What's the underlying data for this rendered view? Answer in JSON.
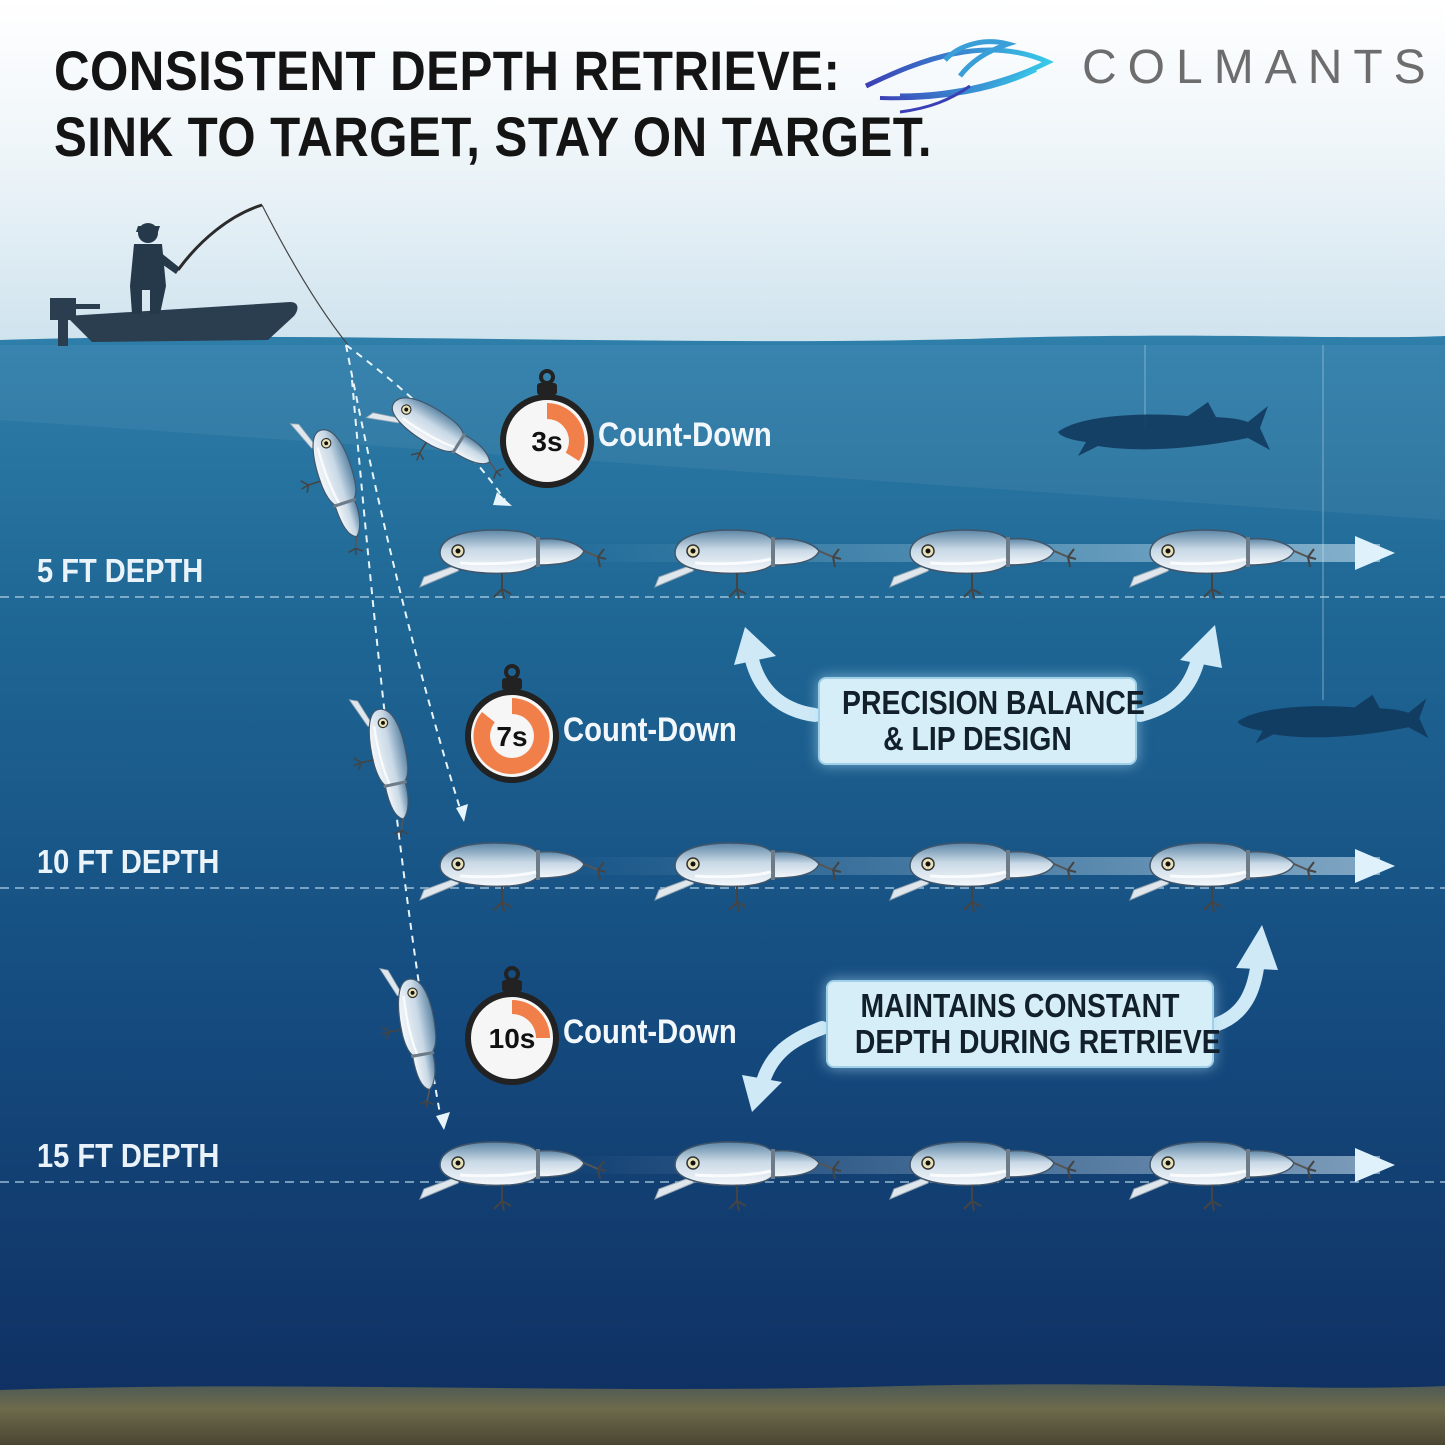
{
  "title": {
    "line1": "CONSISTENT DEPTH RETRIEVE:",
    "line2": "SINK TO TARGET, STAY ON TARGET."
  },
  "brand": {
    "name": "COLMANTS",
    "icon": "fish-logo-icon"
  },
  "depths": [
    {
      "label": "5 FT DEPTH"
    },
    {
      "label": "10 FT DEPTH"
    },
    {
      "label": "15 FT DEPTH"
    }
  ],
  "countdowns": [
    {
      "time": "3s",
      "label": "Count-Down"
    },
    {
      "time": "7s",
      "label": "Count-Down"
    },
    {
      "time": "10s",
      "label": "Count-Down"
    }
  ],
  "callouts": [
    {
      "line1": "PRECISION BALANCE",
      "line2": "& LIP DESIGN"
    },
    {
      "line1": "MAINTAINS CONSTANT",
      "line2": "DEPTH DURING RETRIEVE"
    }
  ],
  "colors": {
    "sky_top": "#e8f2f7",
    "water_surface": "#2f80ad",
    "water_deep": "#0f2f63",
    "lakebed": "#6e6a4c",
    "callout_bg": "#d6eef8",
    "timer_accent": "#f06a2a"
  }
}
